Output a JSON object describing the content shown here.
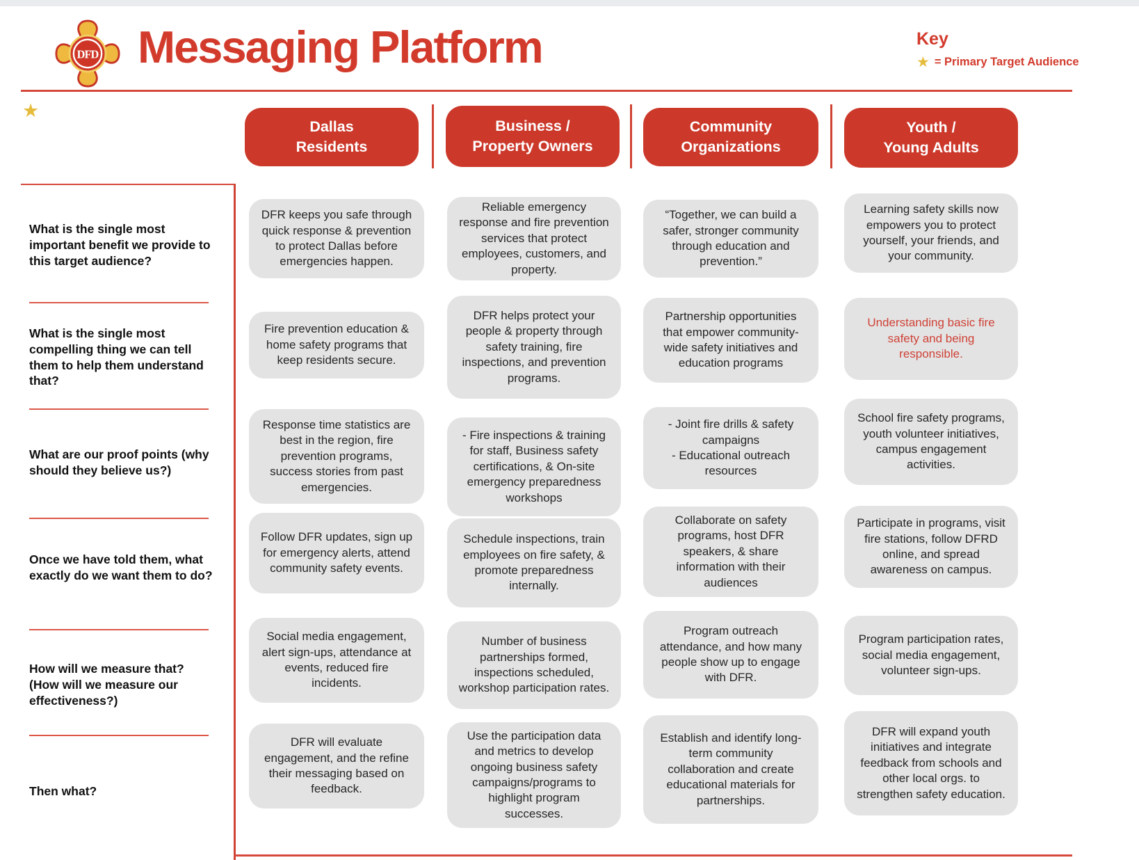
{
  "page": {
    "title": "Messaging Platform",
    "logo_monogram": "DFD"
  },
  "key": {
    "heading": "Key",
    "star": "★",
    "label": "= Primary Target Audience"
  },
  "audiences": [
    {
      "line1": "Dallas",
      "line2": "Residents"
    },
    {
      "line1": "Business /",
      "line2": "Property Owners"
    },
    {
      "line1": "Community",
      "line2": "Organizations"
    },
    {
      "line1": "Youth /",
      "line2": "Young Adults"
    }
  ],
  "questions": [
    "What is the single most important benefit we provide to this target audience?",
    "What is the single most compelling thing we can tell them to help them understand that?",
    "What are our proof points (why should they believe us?)",
    "Once we have told them, what exactly do we want them to do?",
    "How will we measure that? (How will we measure our effectiveness?)",
    "Then what?"
  ],
  "matrix": [
    [
      "DFR keeps you safe through quick response & prevention to protect Dallas before emergencies happen.",
      "Reliable emergency response and fire prevention services that protect employees, customers, and property.",
      "“Together, we can build a safer, stronger community through education and prevention.”",
      "Learning safety skills now empowers you to protect yourself, your friends, and your community."
    ],
    [
      "Fire prevention education & home safety programs that keep residents secure.",
      "DFR helps protect your people & property through safety training, fire inspections, and prevention programs.",
      "Partnership opportunities that empower community-wide safety initiatives and education programs",
      "Understanding basic fire safety and being responsible."
    ],
    [
      "Response time statistics are best in the region, fire prevention programs, success stories from past emergencies.",
      "- Fire inspections & training for staff, Business safety certifications, & On-site emergency preparedness workshops",
      "- Joint fire drills & safety campaigns\n- Educational outreach resources",
      "School fire safety programs, youth volunteer initiatives, campus engagement activities."
    ],
    [
      "Follow DFR updates, sign up for emergency alerts, attend community safety events.",
      "Schedule inspections, train employees on fire safety, & promote preparedness internally.",
      "Collaborate on safety programs, host DFR speakers, & share information with their audiences",
      "Participate in programs, visit fire stations, follow DFRD online, and spread awareness on campus."
    ],
    [
      "Social media engagement, alert sign-ups, attendance at events, reduced fire incidents.",
      "Number of business partnerships formed, inspections scheduled, workshop participation rates.",
      "Program outreach attendance, and how many people show up to engage with DFR.",
      "Program participation rates, social media engagement, volunteer sign-ups."
    ],
    [
      "DFR will evaluate engagement, and the refine their messaging based on feedback.",
      "Use the participation data and metrics to develop ongoing business safety campaigns/programs to highlight program successes.",
      "Establish and identify long-term community collaboration and create educational materials for partnerships.",
      "DFR will expand youth initiatives and integrate feedback from schools and other local orgs. to strengthen safety education."
    ]
  ],
  "colors": {
    "brand_red": "#cc392b",
    "title_red": "#d23b2c",
    "cell_gray": "#e3e3e3",
    "star_gold": "#e6bc3d",
    "accent_text_red": "#cf4237"
  }
}
